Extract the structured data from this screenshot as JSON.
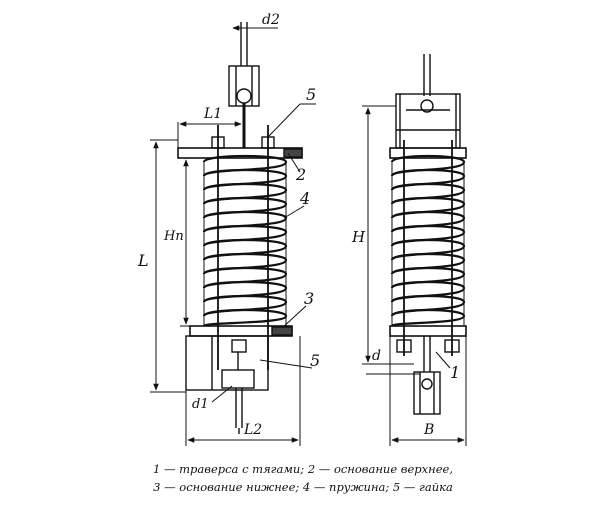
{
  "labels": {
    "d2": "d2",
    "L1": "L1",
    "L": "L",
    "Hn": "Hn",
    "d1": "d1",
    "L2": "L2",
    "H": "H",
    "d": "d",
    "B": "B"
  },
  "callouts": [
    "5",
    "2",
    "4",
    "3",
    "5",
    "1"
  ],
  "caption": {
    "line1": "1 — траверса с тягами; 2 — основание верхнее,",
    "line2": "3 — основание нижнее; 4 — пружина; 5 — гайка"
  }
}
